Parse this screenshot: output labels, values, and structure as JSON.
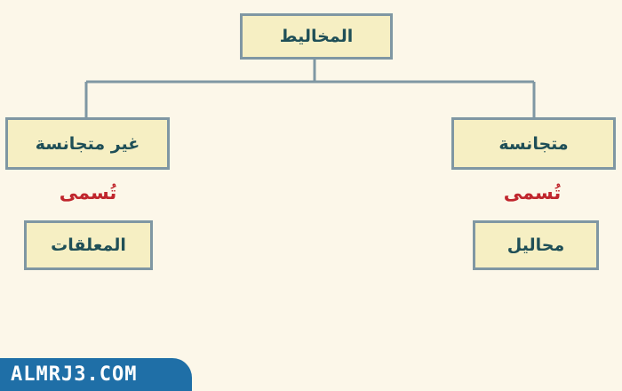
{
  "diagram": {
    "root": {
      "label": "المخاليط"
    },
    "branches": [
      {
        "label": "متجانسة",
        "relation": "تُسمى",
        "child": "محاليل"
      },
      {
        "label": "غير متجانسة",
        "relation": "تُسمى",
        "child": "المعلقات"
      }
    ]
  },
  "watermark": {
    "text": "ALMRJ3.COM"
  },
  "colors": {
    "background": "#fcf7e9",
    "box_fill": "#f6efc3",
    "box_border": "#7f97a3",
    "text": "#1f4f57",
    "relation_text": "#c0262d",
    "watermark_bg": "#1f6fa7"
  }
}
